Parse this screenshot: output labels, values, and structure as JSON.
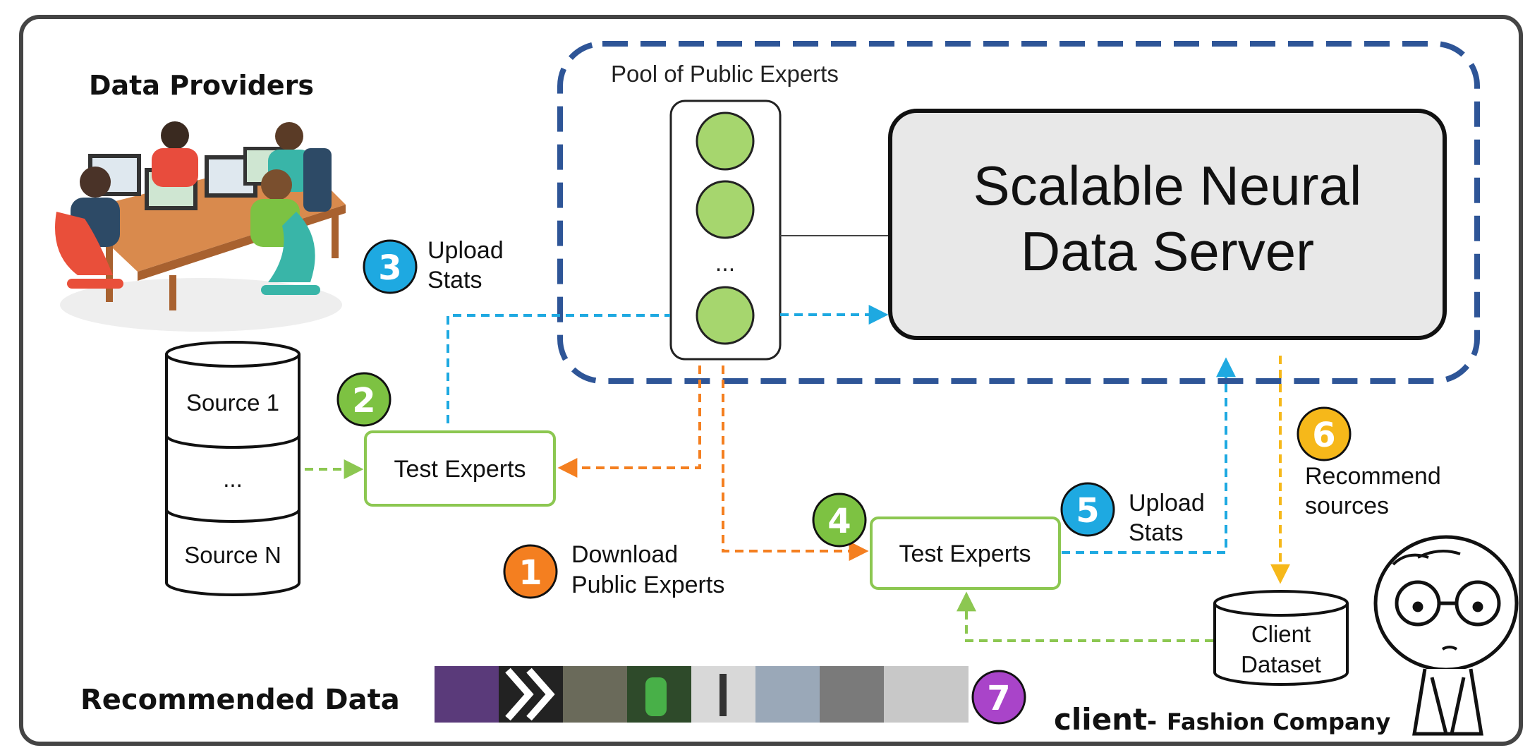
{
  "frame": {
    "border_color": "#444444"
  },
  "data_providers": {
    "title": "Data Providers",
    "illustration": "people-at-computers-illustration"
  },
  "pool": {
    "label": "Pool of Public Experts",
    "ellipsis": "...",
    "border_color": "#2e5597"
  },
  "server": {
    "line1": "Scalable Neural",
    "line2": "Data Server",
    "fill": "#e8e8e8"
  },
  "sources": {
    "items": [
      "Source 1",
      "...",
      "Source N"
    ]
  },
  "test_experts_provider": {
    "label": "Test Experts"
  },
  "test_experts_client": {
    "label": "Test Experts"
  },
  "client_dataset": {
    "line1": "Client",
    "line2": "Dataset"
  },
  "steps": [
    {
      "num": "1",
      "line1": "Download",
      "line2": "Public Experts",
      "color": "#f47f20"
    },
    {
      "num": "2",
      "line1": "",
      "line2": "",
      "color": "#7dc242"
    },
    {
      "num": "3",
      "line1": "Upload",
      "line2": "Stats",
      "color": "#1ea9e1"
    },
    {
      "num": "4",
      "line1": "",
      "line2": "",
      "color": "#7dc242"
    },
    {
      "num": "5",
      "line1": "Upload",
      "line2": "Stats",
      "color": "#1ea9e1"
    },
    {
      "num": "6",
      "line1": "Recommend",
      "line2": "sources",
      "color": "#f6b81a"
    },
    {
      "num": "7",
      "line1": "",
      "line2": "",
      "color": "#a944c9"
    }
  ],
  "recommended": {
    "title": "Recommended Data",
    "thumbnail_count": 8
  },
  "client": {
    "name": "client",
    "separator": "-",
    "company": "Fashion Company",
    "illustration": "stick-figure-client-illustration"
  },
  "colors": {
    "orange_arrow": "#f47f20",
    "blue_arrow": "#1ea9e1",
    "green_arrow": "#8cc751",
    "yellow_arrow": "#f6b81a",
    "expert_green": "#a6d66e",
    "test_box_border": "#8cc751"
  }
}
